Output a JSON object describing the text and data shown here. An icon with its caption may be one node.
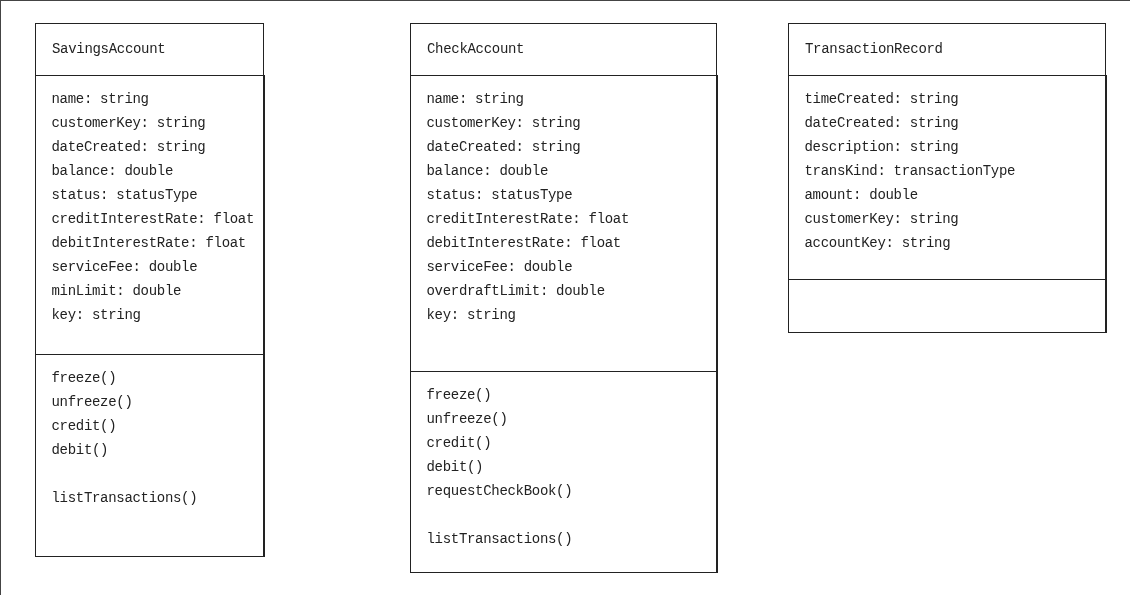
{
  "diagram": {
    "nodes": [
      {
        "text": [
          "SavingsAccount"
        ]
      },
      {
        "text": [
          "name: string",
          "customerKey: string",
          "dateCreated: string",
          "balance: double",
          "status: statusType",
          "creditInterestRate: float",
          "debitInterestRate: float",
          "serviceFee: double",
          "minLimit: double",
          "key: string"
        ],
        "in": 0
      },
      {
        "text": [
          "freeze()",
          "unfreeze()",
          "credit()",
          "debit()",
          "listTransactions()"
        ],
        "in": 0
      },
      {
        "text": [
          "CheckAccount"
        ]
      },
      {
        "text": [
          "name: string",
          "customerKey: string",
          "dateCreated: string",
          "balance: double",
          "status: statusType",
          "creditInterestRate: float",
          "debitInterestRate: float",
          "serviceFee: double",
          "overdraftLimit: double",
          "key: string"
        ],
        "in": 3
      },
      {
        "text": [
          "freeze()",
          "unfreeze()",
          "credit()",
          "debit()",
          "requestCheckBook()",
          "listTransactions()"
        ],
        "in": 3
      },
      {
        "text": [
          "TransactionRecord"
        ]
      },
      {
        "text": [
          "timeCreated: string",
          "dateCreated: string",
          "description: string",
          "transKind: transactionType",
          "amount: double",
          "customerKey: string",
          "accountKey: string"
        ],
        "in": 6
      },
      {
        "text": [],
        "shape": "box",
        "in": 6
      }
    ]
  }
}
